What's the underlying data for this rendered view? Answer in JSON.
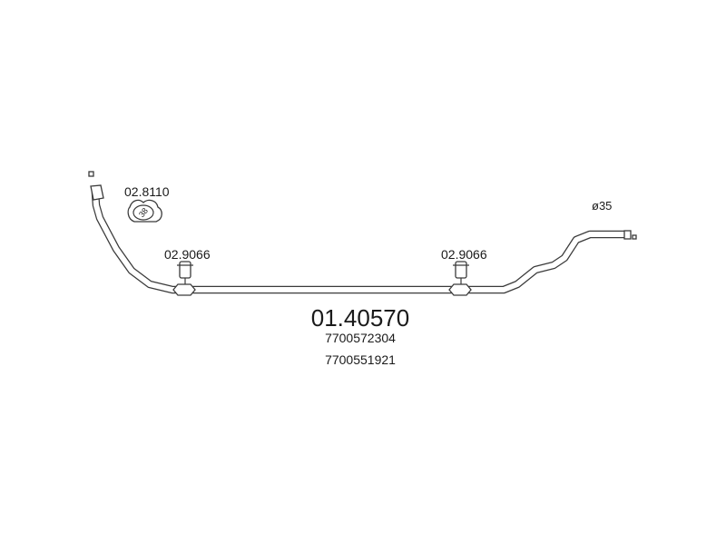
{
  "diagram": {
    "part_number": "01.40570",
    "oem_numbers": [
      "7700572304",
      "7700551921"
    ],
    "diameter_label": "ø35",
    "clamp": {
      "code": "02.8110",
      "size": "38"
    },
    "hangers": [
      {
        "code": "02.9066"
      },
      {
        "code": "02.9066"
      }
    ]
  }
}
